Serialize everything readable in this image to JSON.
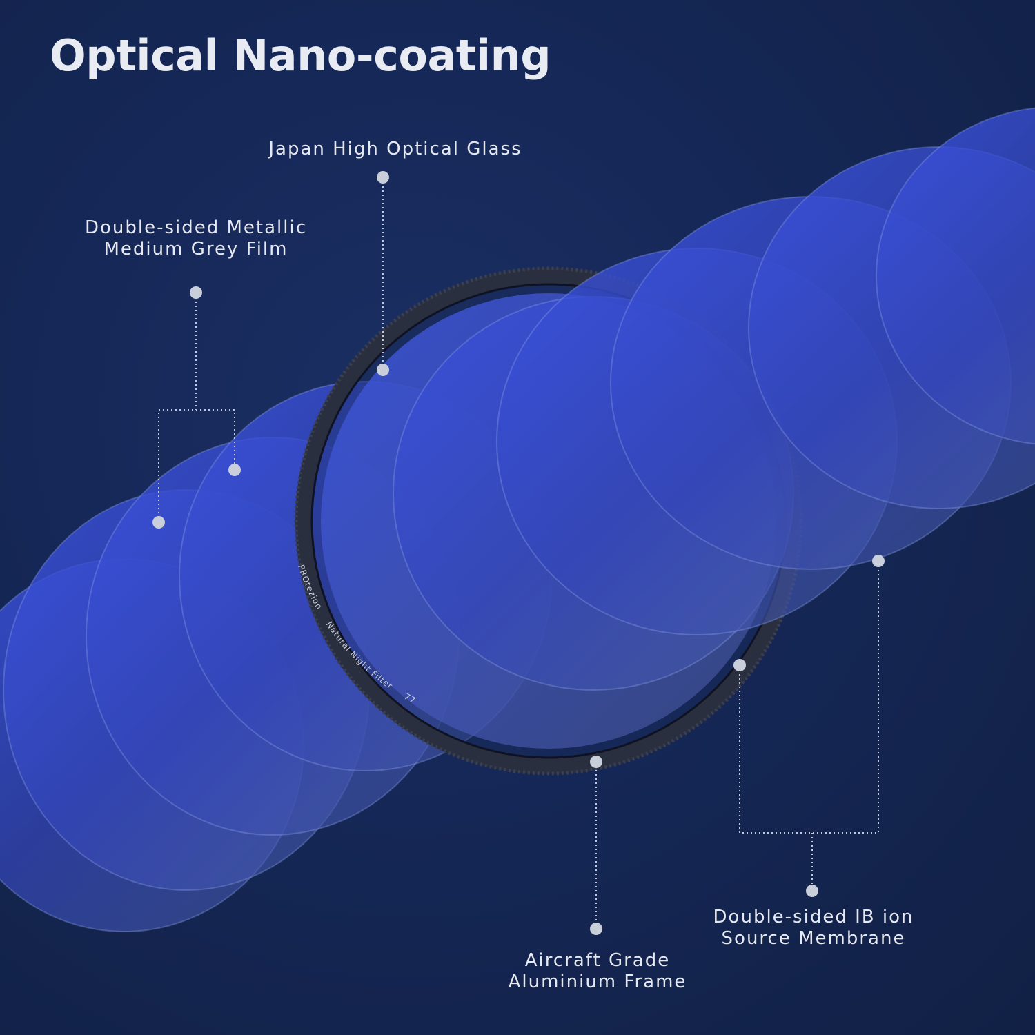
{
  "title": "Optical Nano-coating",
  "labels": {
    "glass": "Japan High Optical Glass",
    "film": [
      "Double-sided Metallic",
      "Medium Grey Film"
    ],
    "frame": [
      "Aircraft Grade",
      "Aluminium Frame"
    ],
    "membrane": [
      "Double-sided IB ion",
      "Source Membrane"
    ]
  },
  "filter_ring_text": {
    "brand": "PROtezion",
    "model": "Natural Night Filter",
    "size": "77mm"
  },
  "colors": {
    "background": "#152756",
    "disc": "#3548c8",
    "text": "#e6e9f1"
  }
}
